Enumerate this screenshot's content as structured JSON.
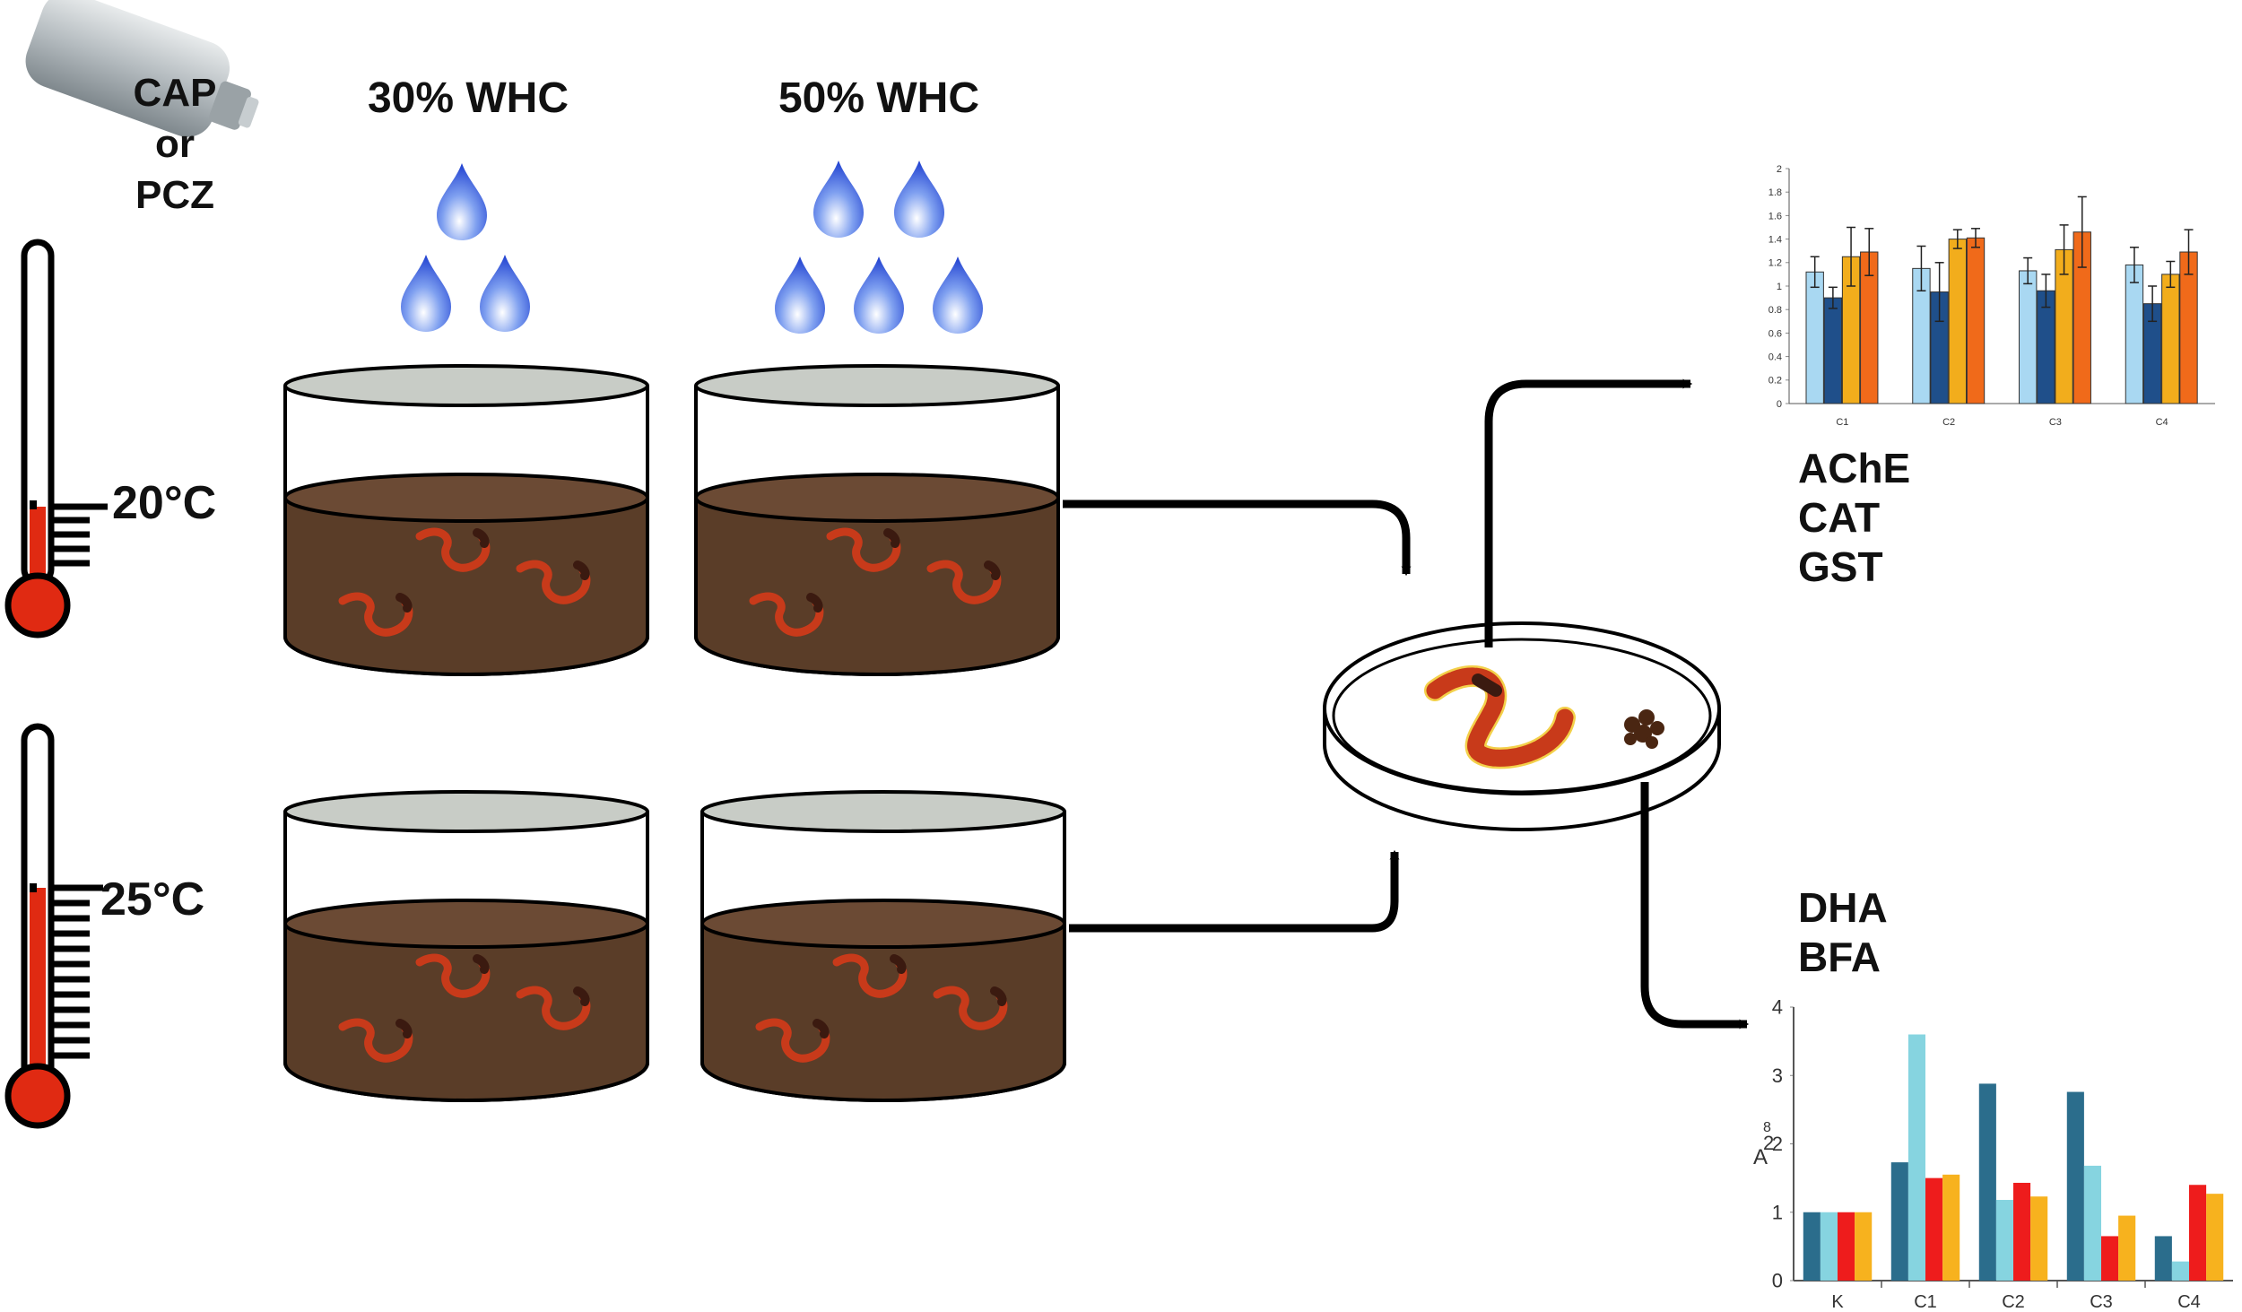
{
  "labels": {
    "chemical": [
      "CAP",
      "or",
      "PCZ"
    ],
    "whc_30": "30% WHC",
    "whc_50": "50% WHC",
    "temp_20": "20°C",
    "temp_25": "25°C",
    "enzymes": [
      "AChE",
      "CAT",
      "GST"
    ],
    "metabolites": [
      "DHA",
      "BFA"
    ]
  },
  "colors": {
    "soil": "#5a3d28",
    "soil_top": "#6b4a34",
    "cup_lid": "#c8ccc6",
    "worm": "#c83a1a",
    "drop": "#2b4fd6",
    "mercury": "#e02a12",
    "arrow": "#000000"
  },
  "chart_data": [
    {
      "type": "bar",
      "categories": [
        "C1",
        "C2",
        "C3",
        "C4"
      ],
      "ylim": [
        0,
        2
      ],
      "yticks": [
        "0",
        "0.2",
        "0.4",
        "0.6",
        "0.8",
        "1",
        "1.2",
        "1.4",
        "1.6",
        "1.8",
        "2"
      ],
      "series": [
        {
          "color": "#a9d8f2",
          "values": [
            1.12,
            1.15,
            1.13,
            1.18
          ],
          "errors": [
            0.13,
            0.19,
            0.11,
            0.15
          ]
        },
        {
          "color": "#1f4f8a",
          "values": [
            0.9,
            0.95,
            0.96,
            0.85
          ],
          "errors": [
            0.09,
            0.25,
            0.14,
            0.15
          ]
        },
        {
          "color": "#f2ad1c",
          "values": [
            1.25,
            1.4,
            1.31,
            1.1
          ],
          "errors": [
            0.25,
            0.08,
            0.21,
            0.11
          ]
        },
        {
          "color": "#f06a1a",
          "values": [
            1.29,
            1.41,
            1.46,
            1.29
          ],
          "errors": [
            0.2,
            0.08,
            0.3,
            0.19
          ]
        }
      ]
    },
    {
      "type": "bar",
      "categories": [
        "K",
        "C1",
        "C2",
        "C3",
        "C4"
      ],
      "ylim": [
        0,
        4
      ],
      "yticks": [
        "0",
        "1",
        "2",
        "3",
        "4"
      ],
      "ylabel_fragment": [
        "8",
        "2",
        "A"
      ],
      "series": [
        {
          "color": "#2b6d8c",
          "values": [
            1.0,
            1.73,
            2.88,
            2.76,
            0.65
          ]
        },
        {
          "color": "#86d4e0",
          "values": [
            1.0,
            3.6,
            1.18,
            1.68,
            0.28
          ]
        },
        {
          "color": "#ee1c1c",
          "values": [
            1.0,
            1.5,
            1.43,
            0.65,
            1.4
          ]
        },
        {
          "color": "#f7b21e",
          "values": [
            1.0,
            1.55,
            1.23,
            0.95,
            1.27
          ]
        }
      ]
    }
  ]
}
